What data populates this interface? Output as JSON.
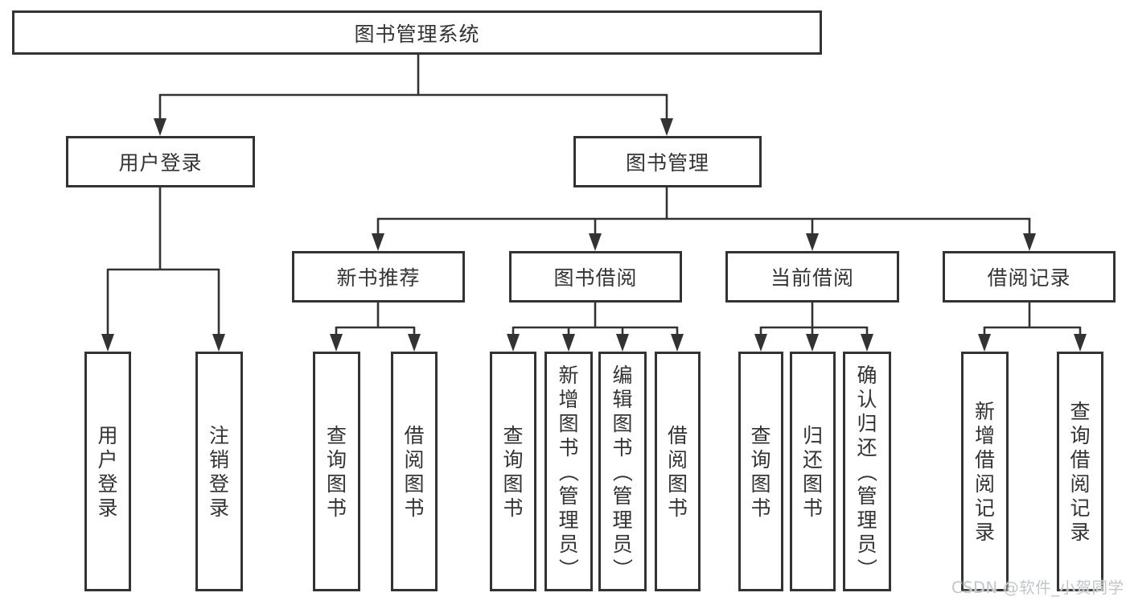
{
  "diagram": {
    "title_node": {
      "label": "图书管理系统"
    },
    "level1": [
      {
        "id": "user-login",
        "label": "用户登录"
      },
      {
        "id": "book-management",
        "label": "图书管理"
      }
    ],
    "level2": [
      {
        "id": "new-book-recommend",
        "label": "新书推荐"
      },
      {
        "id": "book-borrow",
        "label": "图书借阅"
      },
      {
        "id": "current-borrow",
        "label": "当前借阅"
      },
      {
        "id": "borrow-record",
        "label": "借阅记录"
      }
    ],
    "leaves": [
      {
        "id": "user-login-action",
        "label": "用户登录"
      },
      {
        "id": "logout-action",
        "label": "注销登录"
      },
      {
        "id": "query-book-recommend",
        "label": "查询图书"
      },
      {
        "id": "borrow-book-recommend",
        "label": "借阅图书"
      },
      {
        "id": "query-book-borrow",
        "label": "查询图书"
      },
      {
        "id": "add-book-admin",
        "label": "新增图书（管理员）"
      },
      {
        "id": "edit-book-admin",
        "label": "编辑图书（管理员）"
      },
      {
        "id": "borrow-book-borrow",
        "label": "借阅图书"
      },
      {
        "id": "query-book-current",
        "label": "查询图书"
      },
      {
        "id": "return-book",
        "label": "归还图书"
      },
      {
        "id": "confirm-return-admin",
        "label": "确认归还（管理员）"
      },
      {
        "id": "add-borrow-record",
        "label": "新增借阅记录"
      },
      {
        "id": "query-borrow-record",
        "label": "查询借阅记录"
      }
    ],
    "watermark": "CSDN @软件_小贺同学",
    "colors": {
      "line": "#333333",
      "text": "#333333",
      "background": "#ffffff",
      "watermark": "#c2c6cb"
    }
  }
}
